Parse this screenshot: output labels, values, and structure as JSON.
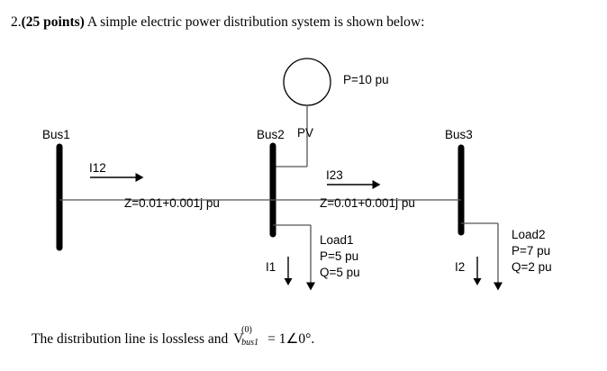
{
  "question": {
    "number": "2.",
    "points": "(25 points)",
    "text": "A simple electric power distribution system is shown below:"
  },
  "closing": {
    "prefix": "The distribution line is lossless and",
    "variable": "V",
    "superscript": "(0)",
    "subscript": "bus1",
    "equation": "= 1∠0°."
  },
  "diagram": {
    "type": "single-line-power-system",
    "source": {
      "name": "PV",
      "power": "P=10 pu"
    },
    "buses": [
      {
        "id": "bus1",
        "label": "Bus1"
      },
      {
        "id": "bus2",
        "label": "Bus2"
      },
      {
        "id": "bus3",
        "label": "Bus3"
      }
    ],
    "lines": [
      {
        "id": "line-1-2",
        "current_label": "I12",
        "impedance": "Z=0.01+0.001j pu",
        "from": "Bus1",
        "to": "Bus2"
      },
      {
        "id": "line-2-3",
        "current_label": "I23",
        "impedance": "Z=0.01+0.001j pu",
        "from": "Bus2",
        "to": "Bus3"
      }
    ],
    "loads": [
      {
        "id": "load1",
        "name": "Load1",
        "current_label": "I1",
        "active_power": "P=5 pu",
        "reactive_power": "Q=5 pu",
        "bus": "Bus2"
      },
      {
        "id": "load2",
        "name": "Load2",
        "current_label": "I2",
        "active_power": "P=7 pu",
        "reactive_power": "Q=2 pu",
        "bus": "Bus3"
      }
    ],
    "colors": {
      "stroke": "#000000",
      "thin_stroke": "#555555",
      "background": "#ffffff"
    }
  }
}
